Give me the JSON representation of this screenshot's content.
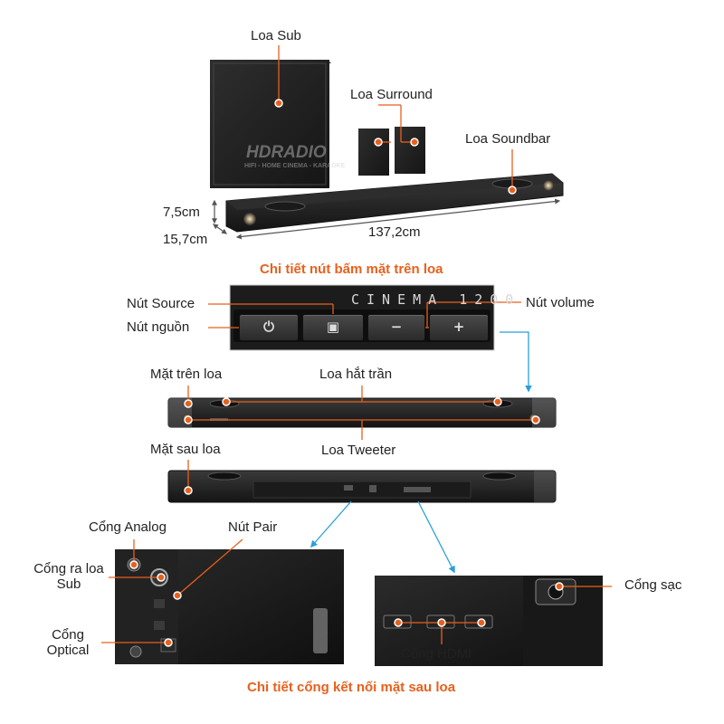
{
  "labels": {
    "sub": "Loa Sub",
    "surround": "Loa Surround",
    "soundbar": "Loa Soundbar",
    "height": "7,5cm",
    "depth": "15,7cm",
    "width": "137,2cm",
    "source_button": "Nút Source",
    "power_button": "Nút nguồn",
    "volume_button": "Nút volume",
    "top_side": "Mặt trên loa",
    "ceiling_speaker": "Loa hắt trần",
    "back_side": "Mặt sau loa",
    "tweeter": "Loa Tweeter",
    "analog_port": "Cổng Analog",
    "pair_button": "Nút Pair",
    "sub_out_port": "Cổng ra loa Sub",
    "optical_port": "Cổng Optical",
    "power_port": "Cổng sạc",
    "hdmi_port": "Cổng HDMI"
  },
  "headings": {
    "top_buttons": "Chi tiết nút bấm mặt trên loa",
    "back_ports": "Chi tiết cổng kết nối mặt sau loa"
  },
  "panel": {
    "brand_text": "CINEMA 1200",
    "power_glyph": "⏻",
    "source_glyph": "▣",
    "minus_glyph": "−",
    "plus_glyph": "+"
  },
  "watermark": {
    "logo": "HDRADIO",
    "tagline": "HIFI - HOME CINEMA - KARAOKE"
  },
  "colors": {
    "accent": "#e8601c",
    "callout_dot": "#e8601c",
    "arrow_blue": "#2a9fd8",
    "speaker_body": "#1e1e1e"
  }
}
